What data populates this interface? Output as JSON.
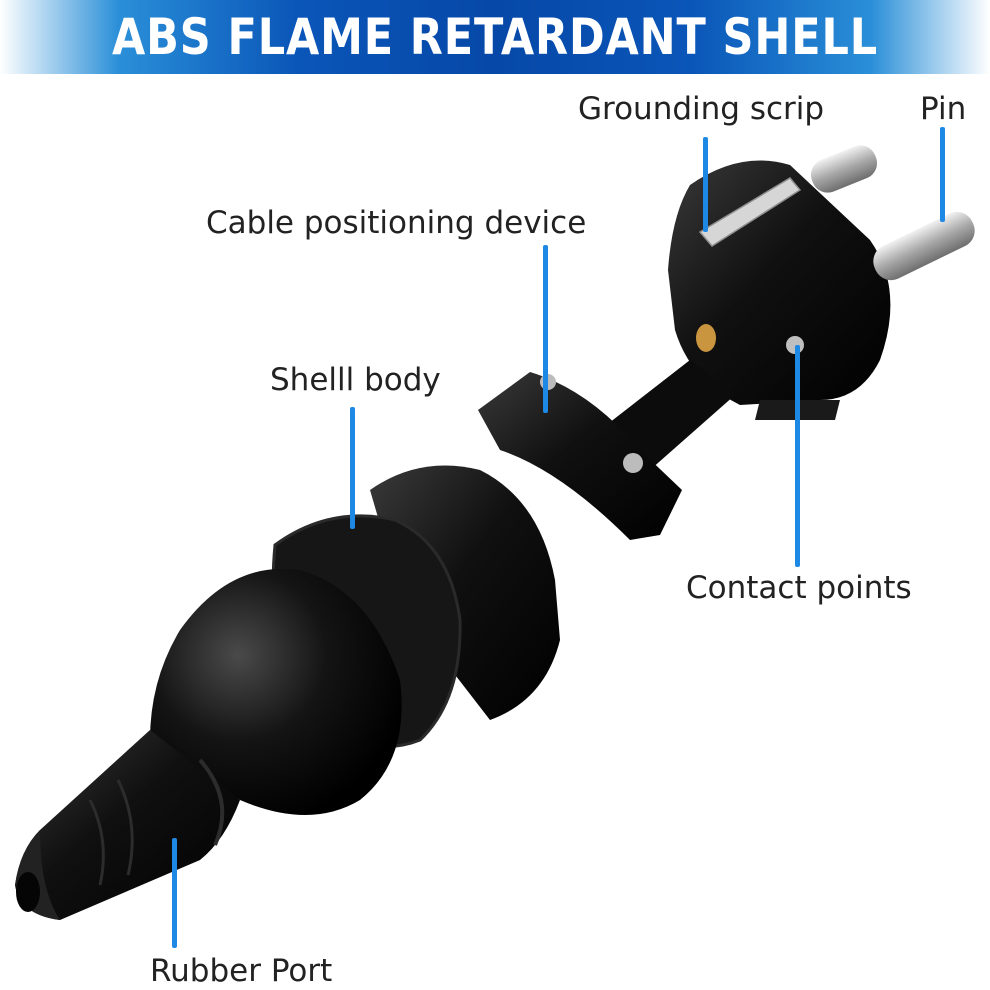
{
  "banner": {
    "title": "ABS FLAME RETARDANT SHELL"
  },
  "labels": {
    "grounding": "Grounding scrip",
    "pin": "Pin",
    "cable": "Cable positioning device",
    "shell": "Shelll body",
    "contact": "Contact points",
    "rubber": "Rubber Port"
  },
  "colors": {
    "accent": "#1e88e5",
    "banner": "#0648a8",
    "plastic": "#111111",
    "metal": "#c8c8c8"
  }
}
